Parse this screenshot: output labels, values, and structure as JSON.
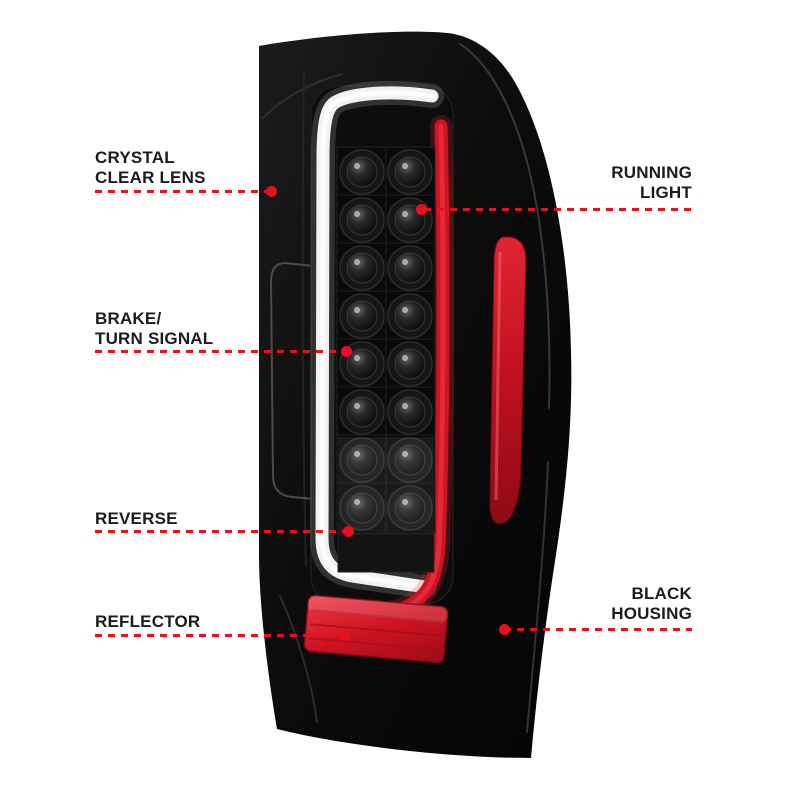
{
  "style": {
    "background": "#ffffff",
    "callout_text_color": "#1b1b1b",
    "leader_color": "#e8101e",
    "housing_color": "#0b0b0b",
    "accent_red": "#cf1322",
    "light_bar_color": "#f2f2f2",
    "reflector_red": "#c01020"
  },
  "callouts": {
    "crystal_clear_lens": {
      "line1": "CRYSTAL",
      "line2": "CLEAR LENS"
    },
    "running_light": {
      "line1": "RUNNING",
      "line2": "LIGHT"
    },
    "brake_turn_signal": {
      "line1": "BRAKE/",
      "line2": "TURN SIGNAL"
    },
    "reverse": {
      "line1": "REVERSE"
    },
    "reflector": {
      "line1": "REFLECTOR"
    },
    "black_housing": {
      "line1": "BLACK",
      "line2": "HOUSING"
    }
  }
}
